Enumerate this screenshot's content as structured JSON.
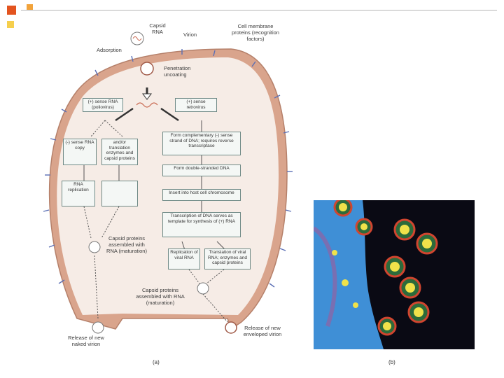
{
  "labels": {
    "capsid_rna": "Capsid RNA",
    "virion": "Virion",
    "adsorption": "Adsorption",
    "cell_membrane": "Cell membrane proteins (recognition factors)",
    "penetration": "Penetration uncoating",
    "plus_sense_left": "(+) sense RNA (poliovirus)",
    "plus_sense_right": "(+) sense retrovirus",
    "minus_copy": "(-) sense RNA copy",
    "translation": "and/or translation enzymes and capsid proteins",
    "rna_replication": "RNA replication",
    "form_complementary": "Form complementary (-) sense strand of DNA; requires reverse transcriptase",
    "form_double": "Form double-stranded DNA",
    "insert": "Insert into host cell chromosome",
    "transcription": "Transcription of DNA serves as template for synthesis of (+) RNA",
    "capsid_left": "Capsid proteins assembled with RNA (maturation)",
    "replication_viral": "Replication of viral RNA",
    "translation_right": "Translation of viral RNA; enzymes and capsid proteins",
    "capsid_bottom": "Capsid proteins assembled with RNA (maturation)",
    "release_left": "Release of new naked virion",
    "release_right": "Release of new enveloped virion",
    "caption_a": "(a)",
    "caption_b": "(b)"
  },
  "colors": {
    "membrane": "#d9a48c",
    "cytoplasm": "#f6ece6",
    "accent": "#c96a52",
    "micrograph_bg": "#0a0a14",
    "micrograph_cell": "#3f8fd6"
  }
}
